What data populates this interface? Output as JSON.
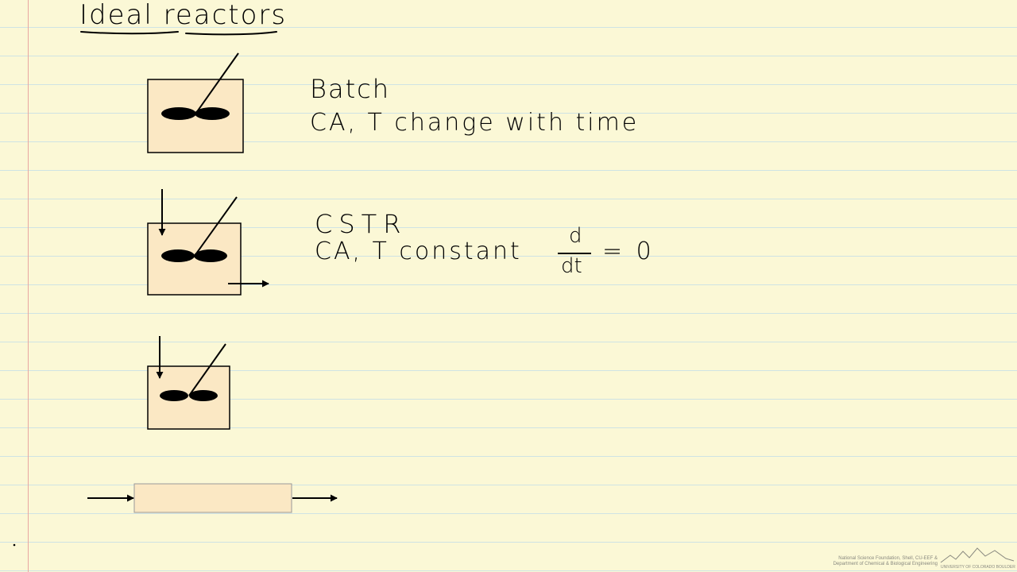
{
  "page_title": "Ideal reactors",
  "batch": {
    "label": "Batch",
    "description": "CA, T change with time"
  },
  "cstr": {
    "label": "CSTR",
    "description": "CA, T constant",
    "derivative_numerator": "d",
    "derivative_denominator": "dt",
    "equals": "= 0"
  },
  "footer": {
    "credit": "National Science Foundation, Shell, CU-EEF & Department of Chemical & Biological Engineering",
    "university": "UNIVERSITY OF COLORADO BOULDER"
  },
  "colors": {
    "paper": "#fbf8d6",
    "rule_line": "#cfe3e4",
    "margin_line": "#e8a7a2",
    "vessel_fill": "#fbe8c4",
    "ink": "#000000"
  }
}
